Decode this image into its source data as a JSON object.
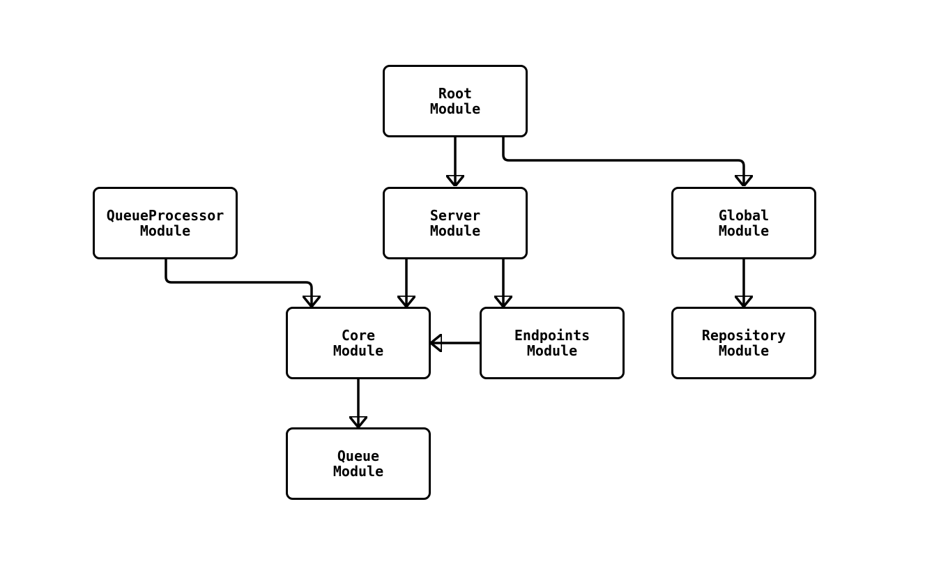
{
  "diagram": {
    "type": "module-dependency-flowchart",
    "background_color": "#ffffff",
    "line_color": "#000000",
    "node_fill_color": "#ffffff",
    "node_border_color": "#000000",
    "nodes": {
      "root": {
        "line1": "Root",
        "line2": "Module",
        "full_label": "Root Module"
      },
      "queueprocessor": {
        "line1": "QueueProcessor",
        "line2": "Module",
        "full_label": "QueueProcessor Module"
      },
      "server": {
        "line1": "Server",
        "line2": "Module",
        "full_label": "Server Module"
      },
      "global": {
        "line1": "Global",
        "line2": "Module",
        "full_label": "Global Module"
      },
      "core": {
        "line1": "Core",
        "line2": "Module",
        "full_label": "Core Module"
      },
      "endpoints": {
        "line1": "Endpoints",
        "line2": "Module",
        "full_label": "Endpoints Module"
      },
      "repository": {
        "line1": "Repository",
        "line2": "Module",
        "full_label": "Repository Module"
      },
      "queue": {
        "line1": "Queue",
        "line2": "Module",
        "full_label": "Queue Module"
      }
    },
    "edges": [
      {
        "from": "root",
        "to": "server",
        "arrow": "down"
      },
      {
        "from": "root",
        "to": "global",
        "arrow": "down"
      },
      {
        "from": "queueprocessor",
        "to": "core",
        "arrow": "down"
      },
      {
        "from": "server",
        "to": "core",
        "arrow": "down"
      },
      {
        "from": "server",
        "to": "endpoints",
        "arrow": "down"
      },
      {
        "from": "endpoints",
        "to": "core",
        "arrow": "left"
      },
      {
        "from": "core",
        "to": "queue",
        "arrow": "down"
      },
      {
        "from": "global",
        "to": "repository",
        "arrow": "down"
      }
    ]
  }
}
